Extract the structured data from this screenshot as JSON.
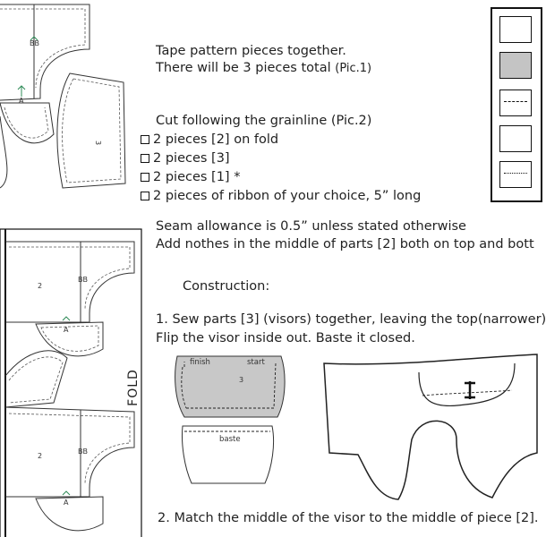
{
  "instructions": {
    "tape_line1": "Tape pattern pieces together.",
    "tape_line2_main": "There will be 3 pieces total ",
    "tape_line2_ref": "(Pic.1)",
    "cut_heading": "Cut following the grainline (Pic.2)",
    "cut_items": [
      "2 pieces [2] on fold",
      "2 pieces [3]",
      "2 pieces [1] *",
      "2 pieces of ribbon of your choice, 5” long"
    ],
    "seam_line": "Seam allowance is 0.5” unless stated otherwise",
    "notch_line": "Add nothes in the middle of parts [2] both on top and bott",
    "construction_heading": "Construction:",
    "step1_line1": "1. Sew parts [3] (visors) together, leaving the top(narrower)",
    "step1_line2": "Flip the visor inside out. Baste it closed.",
    "step2_line": "2. Match the middle of the visor to the middle of piece [2]."
  },
  "pattern_labels": {
    "top_piece_3": "3",
    "top_bb": "BB",
    "top_a": "A",
    "left_piece_2_upper": "2",
    "left_bb_upper": "BB",
    "left_a_upper": "A",
    "left_piece_2_lower": "2",
    "left_bb_lower": "BB",
    "left_a_lower": "A",
    "fold": "FOLD"
  },
  "visor_diagram": {
    "finish": "finish",
    "start": "start",
    "piece": "3",
    "baste": "baste"
  },
  "colors": {
    "visor_fill": "#c8c8c8",
    "legend_fill": "#c4c4c4",
    "notch_green": "#2e8b57"
  }
}
